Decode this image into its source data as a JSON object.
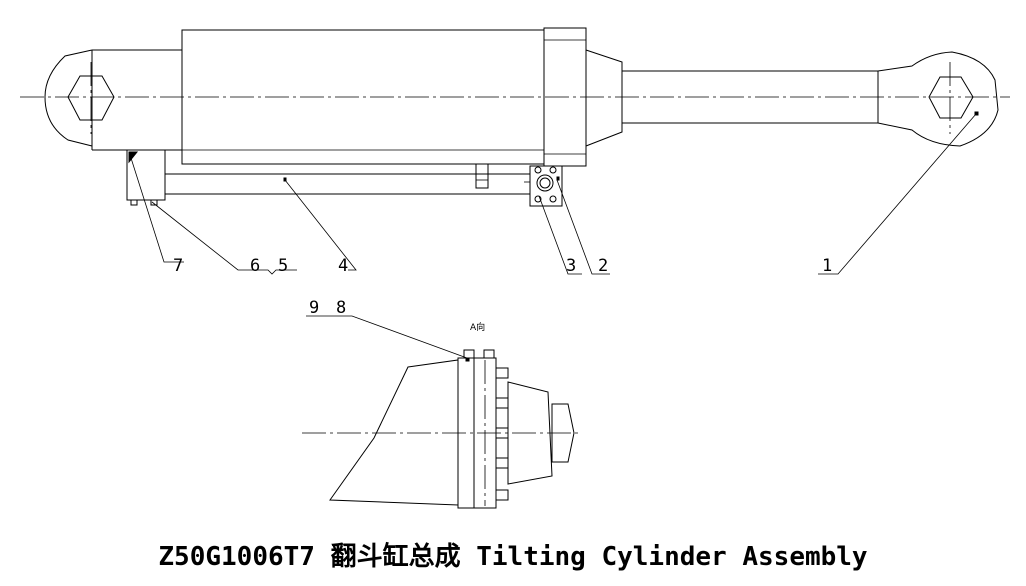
{
  "title": "Z50G1006T7 翻斗缸总成 Tilting Cylinder Assembly",
  "view_label": "A向",
  "callouts": {
    "c1": "1",
    "c2": "2",
    "c3": "3",
    "c4": "4",
    "c5": "5",
    "c6": "6",
    "c7": "7",
    "c8": "8",
    "c9": "9"
  }
}
